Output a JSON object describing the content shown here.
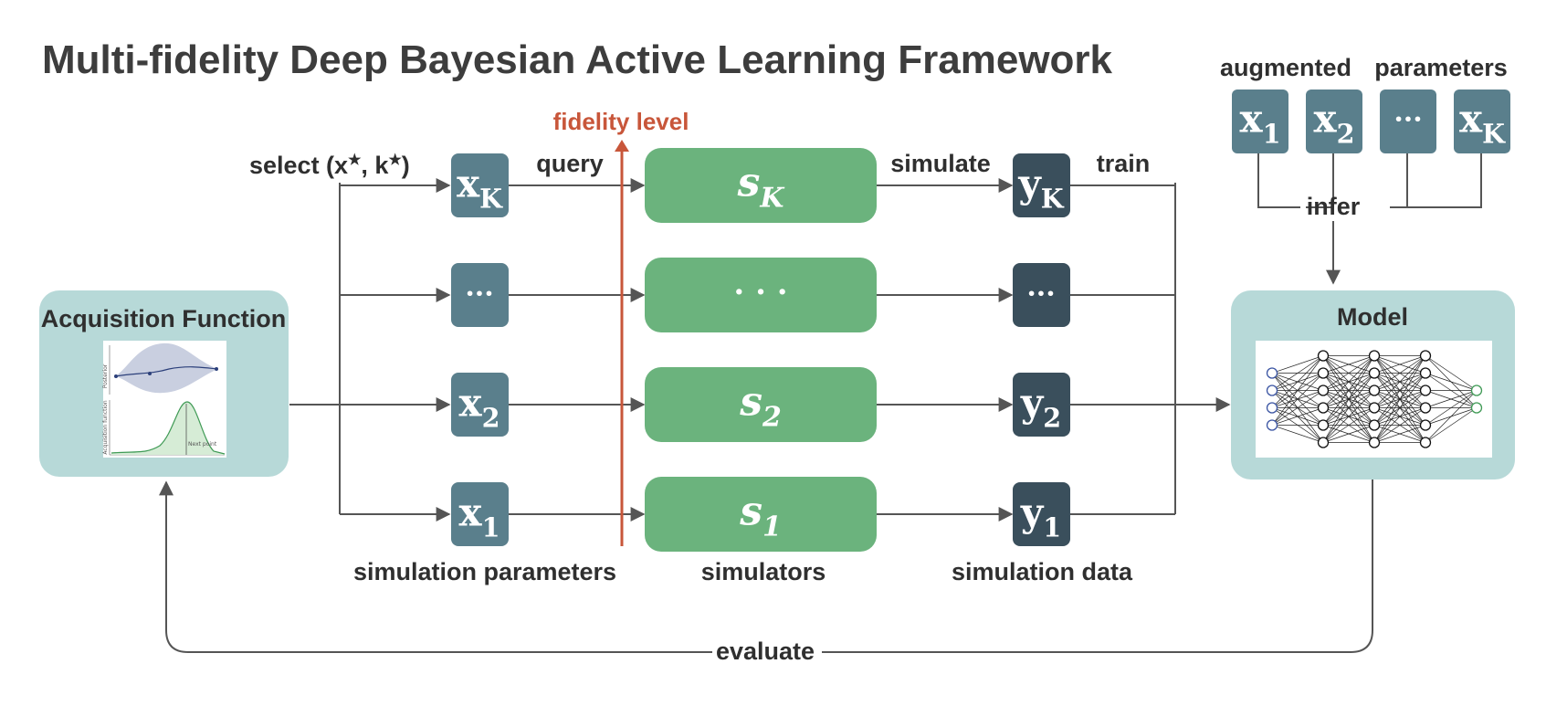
{
  "title": "Multi-fidelity Deep Bayesian Active Learning Framework",
  "labels": {
    "fidelity_level": "fidelity level",
    "select": "select (x",
    "select_k": ", k",
    "select_close": ")",
    "star": "★",
    "query": "query",
    "simulate": "simulate",
    "train": "train",
    "infer": "infer",
    "evaluate": "evaluate",
    "simulation_parameters": "simulation parameters",
    "simulators": "simulators",
    "simulation_data": "simulation data",
    "augmented": "augmented",
    "parameters": "parameters",
    "acquisition_function": "Acquisition Function",
    "model": "Model"
  },
  "x_boxes": [
    {
      "main": "x",
      "sub": "K"
    },
    {
      "main": "···",
      "sub": ""
    },
    {
      "main": "x",
      "sub": "2"
    },
    {
      "main": "x",
      "sub": "1"
    }
  ],
  "s_boxes": [
    {
      "main": "s",
      "sub": "K"
    },
    {
      "main": "· · ·",
      "sub": ""
    },
    {
      "main": "s",
      "sub": "2"
    },
    {
      "main": "s",
      "sub": "1"
    }
  ],
  "y_boxes": [
    {
      "main": "y",
      "sub": "K"
    },
    {
      "main": "···",
      "sub": ""
    },
    {
      "main": "y",
      "sub": "2"
    },
    {
      "main": "y",
      "sub": "1"
    }
  ],
  "aug_boxes": [
    {
      "main": "x",
      "sub": "1"
    },
    {
      "main": "x",
      "sub": "2"
    },
    {
      "main": "···",
      "sub": ""
    },
    {
      "main": "x",
      "sub": "K"
    }
  ],
  "acq_plot": {
    "top_ylabel": "Posterior",
    "bottom_ylabel": "Acquisition function",
    "next_point": "Next point"
  },
  "colors": {
    "x_box": "#5a7f8c",
    "y_box": "#3a4f5c",
    "simulator": "#6bb37d",
    "panel": "#b7d9d8",
    "fidelity_line": "#c8563a",
    "arrow": "#555555"
  },
  "model_net": {
    "layers": [
      4,
      6,
      6,
      6,
      2
    ]
  }
}
